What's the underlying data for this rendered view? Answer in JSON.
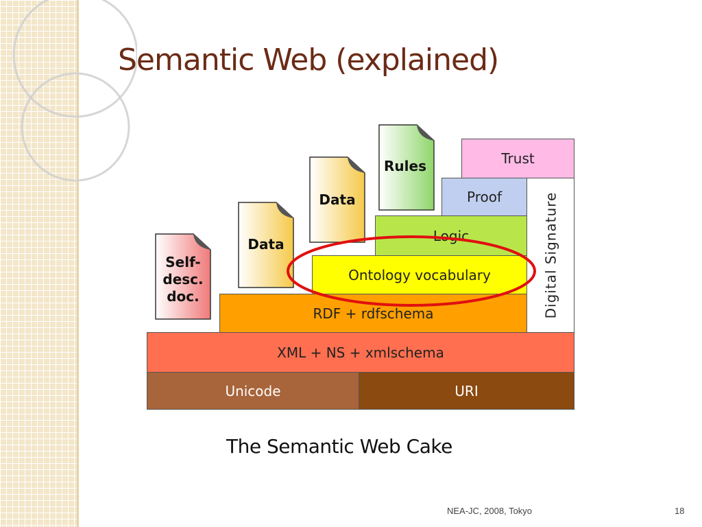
{
  "slide": {
    "title": "Semantic Web (explained)",
    "caption": "The Semantic Web Cake",
    "footer_text": "NEA-JC, 2008, Tokyo",
    "page_number": "18"
  },
  "diagram": {
    "layers": {
      "unicode": "Unicode",
      "uri": "URI",
      "xml": "XML + NS + xmlschema",
      "rdf": "RDF + rdfschema",
      "ontology": "Ontology vocabulary",
      "logic": "Logic",
      "proof": "Proof",
      "trust": "Trust",
      "digital_signature": "Digital Signature"
    },
    "documents": {
      "self_desc": [
        "Self-",
        "desc.",
        "doc."
      ],
      "data_1": "Data",
      "data_2": "Data",
      "rules": "Rules"
    }
  },
  "colors": {
    "title": "#6b2b16",
    "unicode": "#a8643a",
    "uri": "#8b4a10",
    "xml": "#ff6f50",
    "rdf": "#ffa000",
    "ontology": "#ffff00",
    "logic": "#b8e64a",
    "proof": "#c0cfef",
    "trust": "#ffbbe6",
    "highlight": "#e01010"
  }
}
